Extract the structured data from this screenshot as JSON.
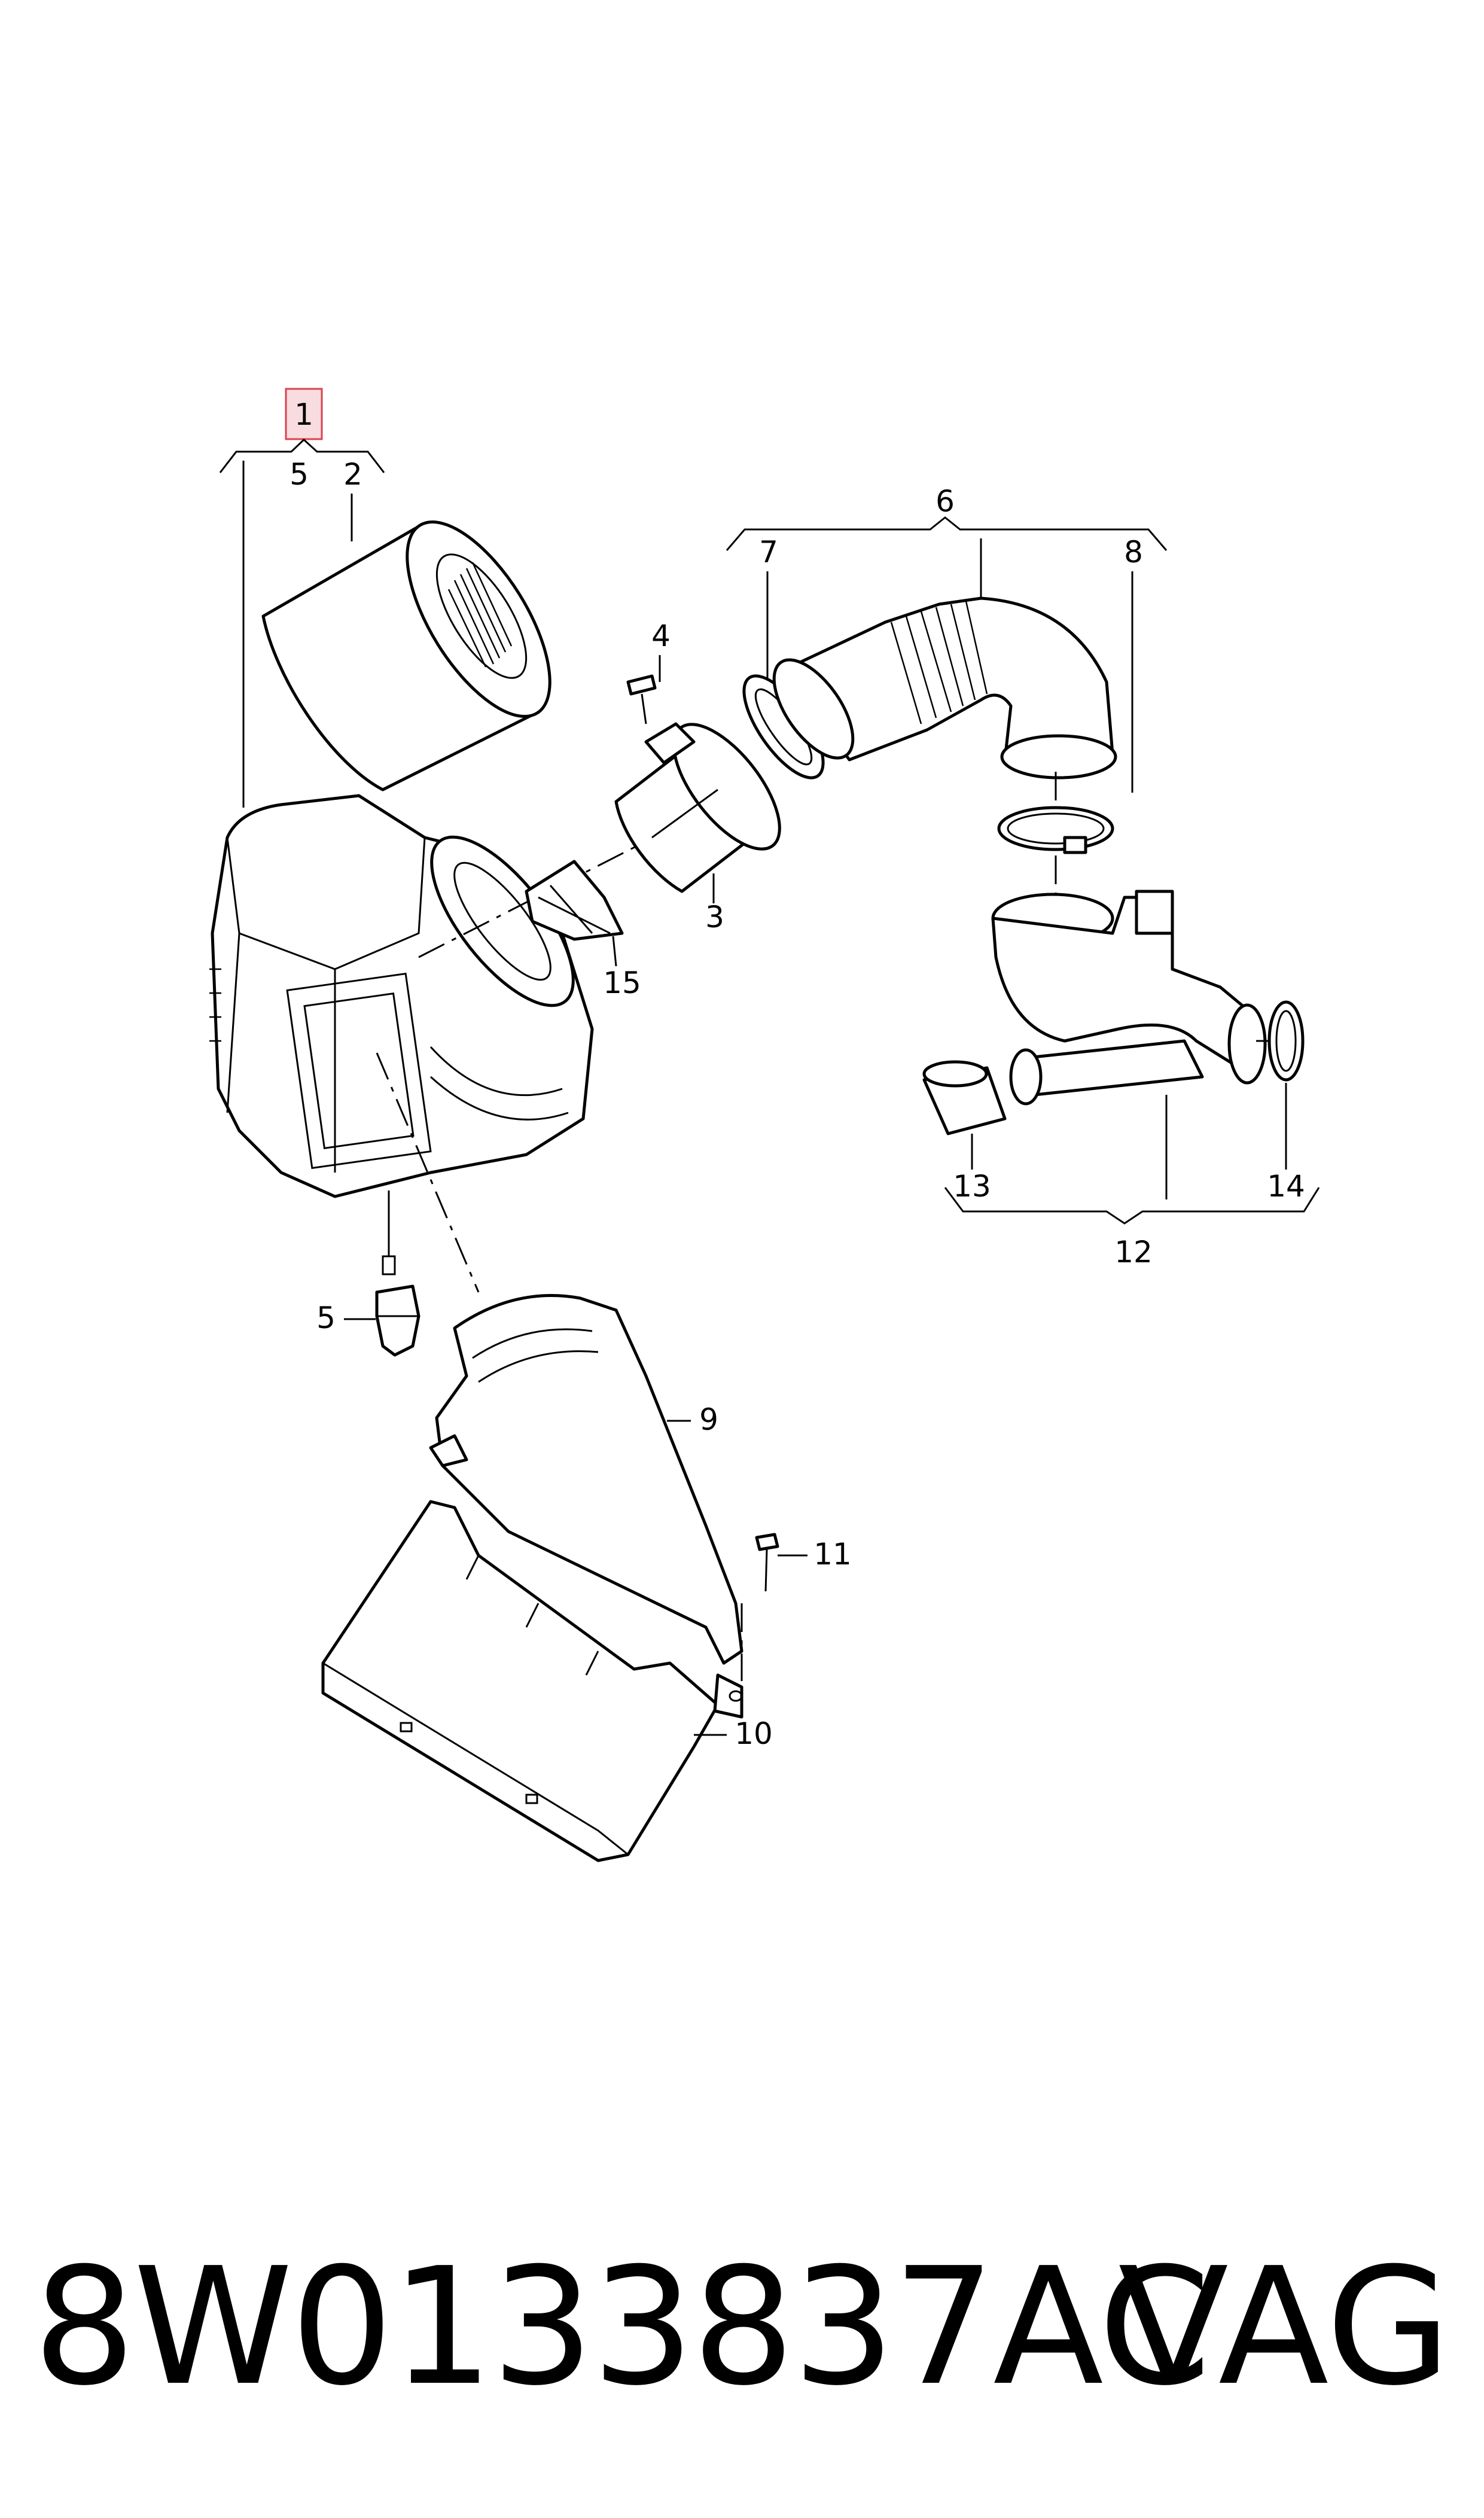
{
  "callouts": {
    "c1": "1",
    "c2": "2",
    "c3": "3",
    "c4": "4",
    "c5_top": "5",
    "c5": "5",
    "c6": "6",
    "c7": "7",
    "c8": "8",
    "c9": "9",
    "c10": "10",
    "c11": "11",
    "c12": "12",
    "c13": "13",
    "c14": "14",
    "c15": "15"
  },
  "footer": {
    "part_number": "8W0133837AC",
    "brand": "VAG"
  },
  "colors": {
    "highlight_fill": "#f9dce0",
    "highlight_stroke": "#d9434f",
    "line": "#000000",
    "background": "#ffffff"
  }
}
